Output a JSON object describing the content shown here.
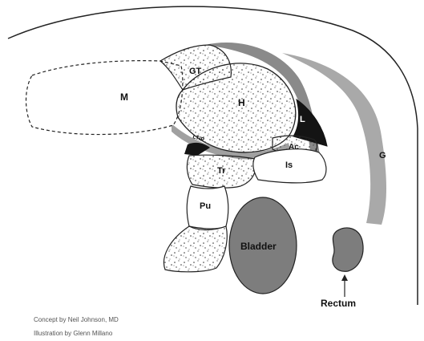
{
  "labels": {
    "gt": "GT",
    "m": "M",
    "h": "H",
    "l": "L",
    "ltp": "LT/P",
    "ac": "Ac",
    "tr": "Tr",
    "is": "Is",
    "g": "G",
    "pu": "Pu",
    "bladder": "Bladder",
    "rectum": "Rectum"
  },
  "credits": {
    "concept": "Concept by Neil Johnson, MD",
    "illustration": "Illustration by Glenn Millano"
  },
  "colors": {
    "gray_fill": "#7d7d7d",
    "light_gray_fill": "#a9a9a9",
    "black_fill": "#141414",
    "outline": "#222222",
    "stipple": "#333333"
  }
}
